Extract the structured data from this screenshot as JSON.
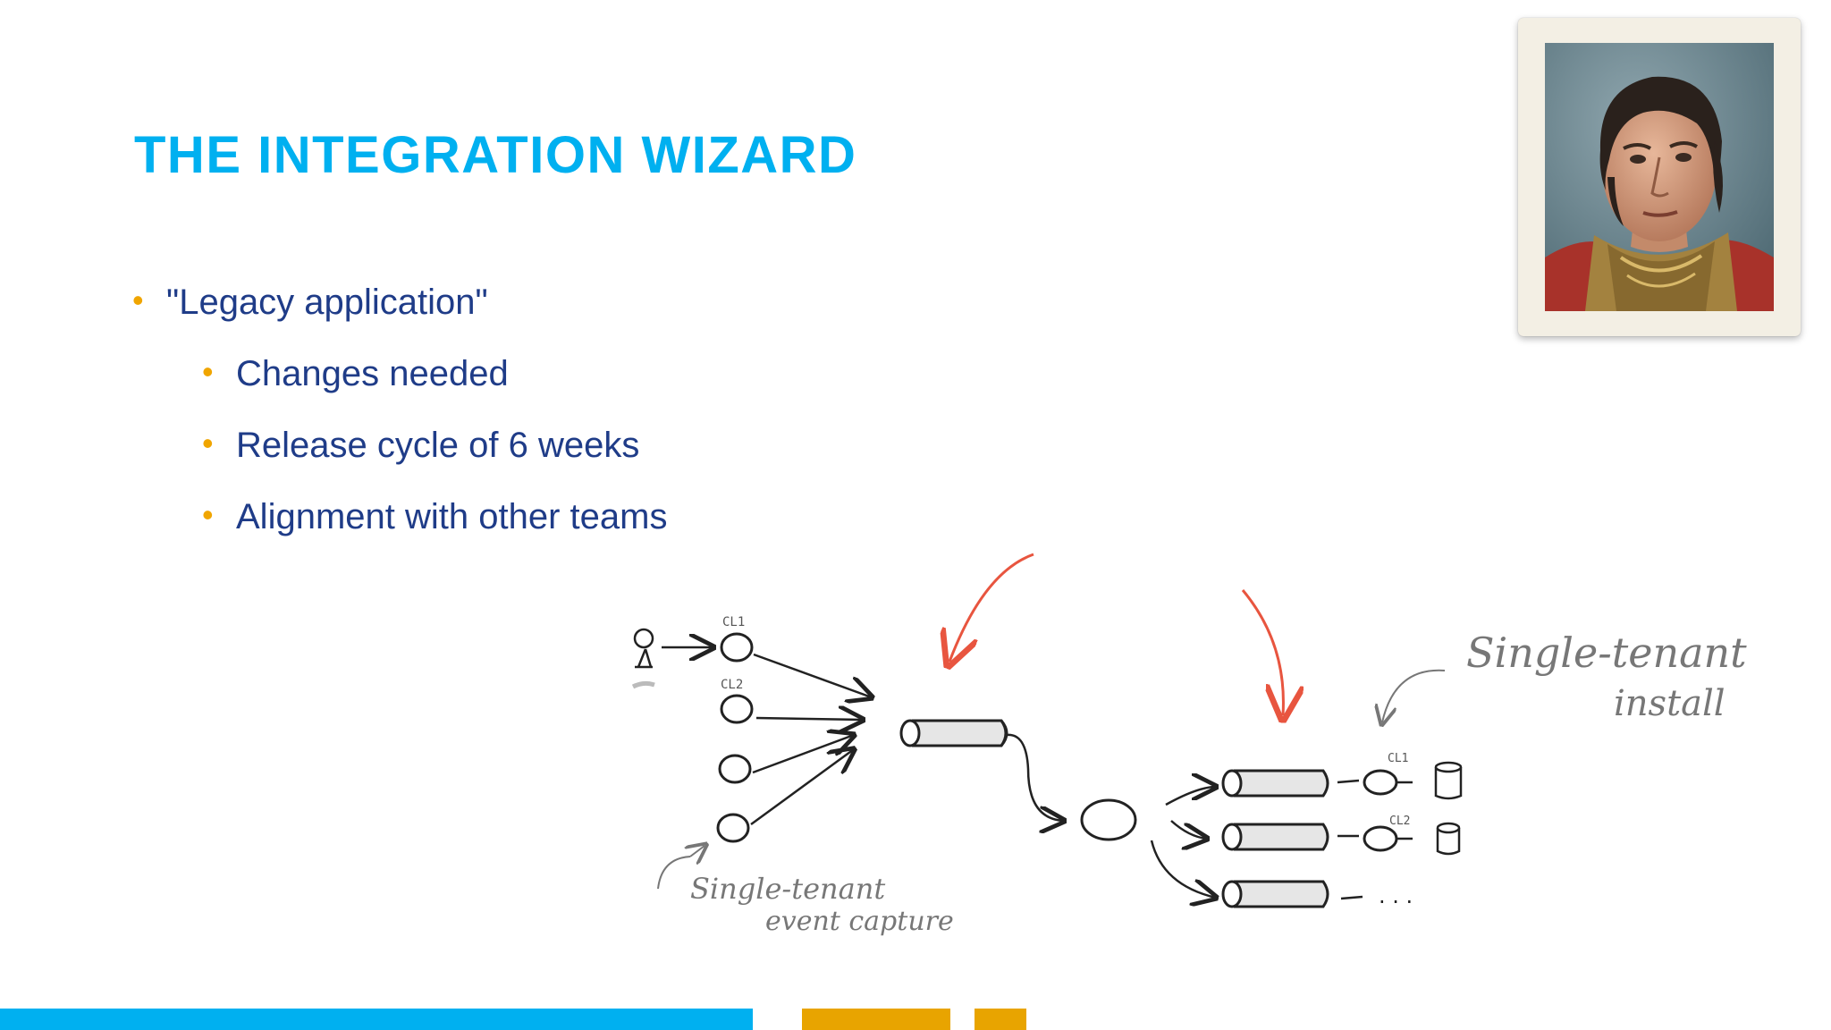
{
  "slide": {
    "title": "THE INTEGRATION WIZARD",
    "bullets": [
      {
        "text": "\"Legacy application\"",
        "level": 1
      },
      {
        "text": "Changes needed",
        "level": 2
      },
      {
        "text": "Release cycle of 6 weeks",
        "level": 2
      },
      {
        "text": "Alignment with other teams",
        "level": 2
      }
    ],
    "bullet_symbol": "•"
  },
  "diagram": {
    "node_labels": [
      "CL1",
      "CL2"
    ],
    "right_node_labels": [
      "CL1",
      "CL2"
    ],
    "annotation_left": [
      "Single-tenant",
      "event capture"
    ],
    "annotation_right": [
      "Single-tenant",
      "install"
    ],
    "ellipsis": ". . ."
  },
  "colors": {
    "title": "#00b0f0",
    "text": "#1f3c88",
    "bullet": "#f0a500",
    "footer_blue": "#00b0f0",
    "footer_gold": "#e8a400",
    "sketch_ink": "#222222",
    "sketch_accent": "#e8553f",
    "sketch_gray": "#777777"
  }
}
